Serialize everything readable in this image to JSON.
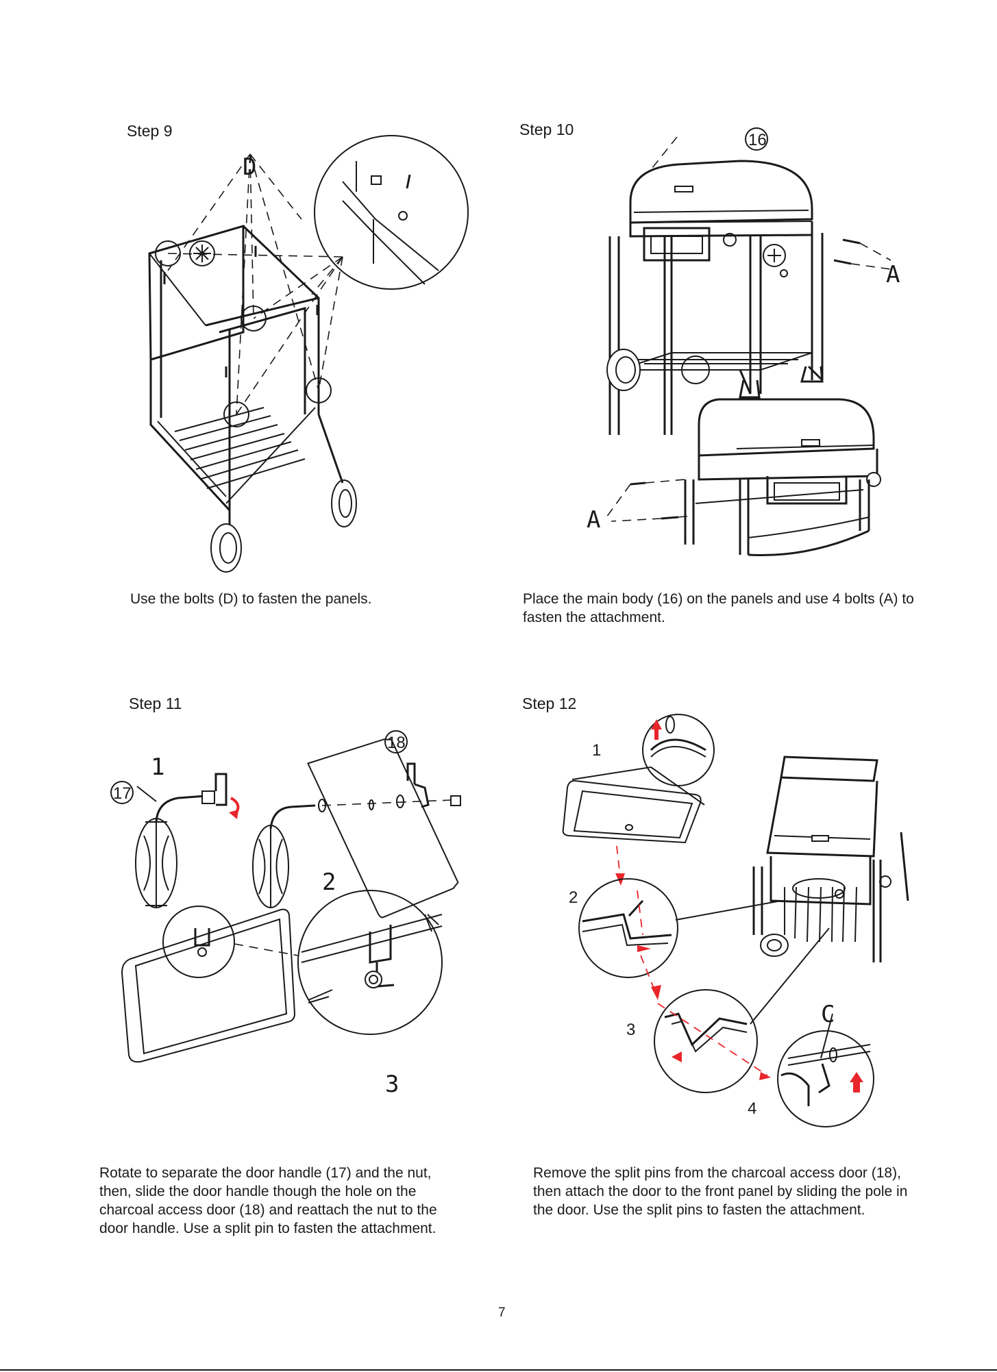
{
  "steps": [
    {
      "title": "Step 9",
      "labels": [
        "D"
      ],
      "caption": "Use the bolts (D) to fasten the panels."
    },
    {
      "title": "Step 10",
      "labels": [
        "16",
        "A",
        "A"
      ],
      "caption": "Place the main body (16) on the panels and use 4 bolts (A) to fasten the attachment."
    },
    {
      "title": "Step 11",
      "labels": [
        "1",
        "17",
        "18",
        "2",
        "3"
      ],
      "caption": "Rotate to separate the door handle (17) and the nut, then, slide the door handle though the hole on the charcoal access door (18) and reattach the nut to the door handle. Use a split pin to fasten the attachment."
    },
    {
      "title": "Step 12",
      "labels": [
        "1",
        "2",
        "3",
        "C",
        "4"
      ],
      "caption": "Remove the split pins from the charcoal access door (18), then attach the door to the front panel by sliding the pole in the door. Use the split pins to fasten the attachment."
    }
  ],
  "page_number": "7",
  "colors": {
    "ink": "#1a1a1a",
    "arrow_red": "#e8262b",
    "background": "#ffffff"
  }
}
